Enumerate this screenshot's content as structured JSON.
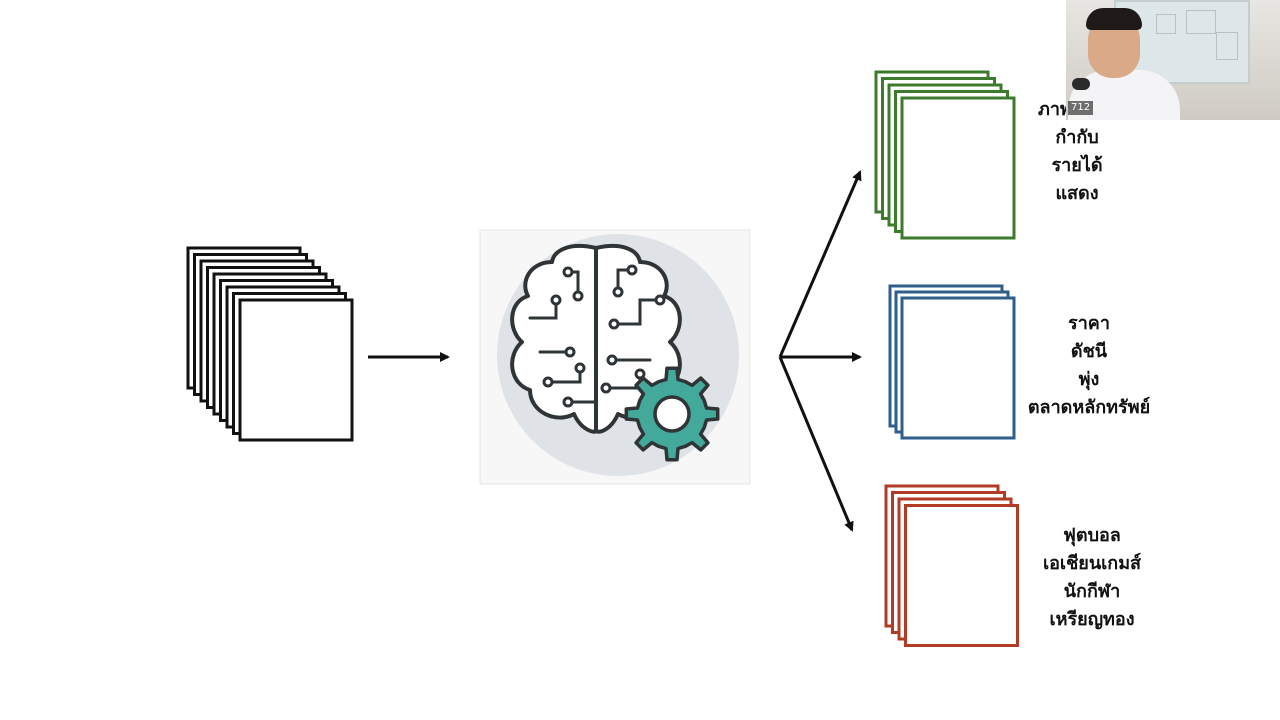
{
  "groups": [
    {
      "id": "green",
      "color": "#3c7a2c",
      "labels": [
        "ภาพยนตร์",
        "กำกับ",
        "รายได้",
        "แสดง"
      ]
    },
    {
      "id": "blue",
      "color": "#2e5f8c",
      "labels": [
        "ราคา",
        "ดัชนี",
        "พุ่ง",
        "ตลาดหลักทรัพย์"
      ]
    },
    {
      "id": "red",
      "color": "#b13b25",
      "labels": [
        "ฟุตบอล",
        "เอเชียนเกมส์",
        "นักกีฬา",
        "เหรียญทอง"
      ]
    }
  ],
  "colors": {
    "input_stack": "#111111",
    "arrow": "#111111",
    "brain_bg": "#dfe3e7",
    "brain_outline": "#2f3437",
    "gear": "#43a99b"
  },
  "icons": {
    "center": "brain-gear-icon"
  },
  "webcam": {
    "label": "712"
  }
}
